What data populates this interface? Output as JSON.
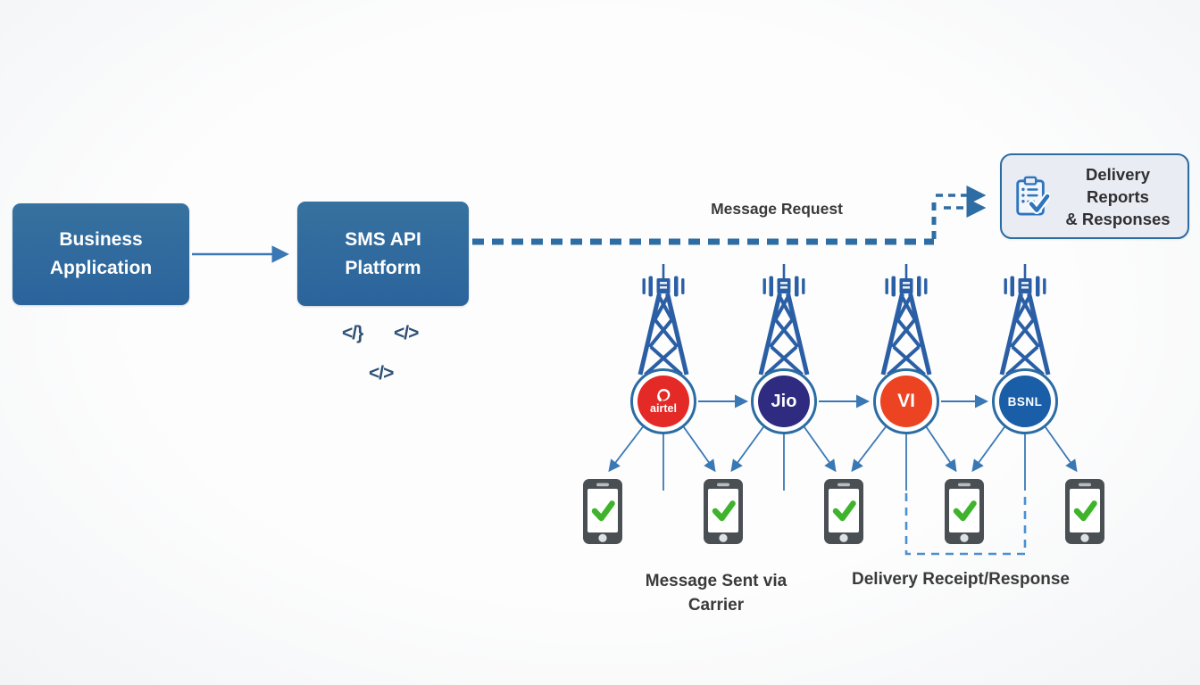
{
  "nodes": {
    "business_application": {
      "lines": [
        "Business",
        "Application"
      ]
    },
    "sms_api_platform": {
      "lines": [
        "SMS API",
        "Platform"
      ]
    },
    "delivery_reports": {
      "lines": [
        "Delivery Reports",
        "& Responses"
      ]
    }
  },
  "flow_labels": {
    "message_request": "Message Request",
    "message_sent_via_carrier": [
      "Message Sent via",
      "Carrier"
    ],
    "delivery_receipt_response": "Delivery Receipt/Response"
  },
  "code_glyphs": [
    "</}",
    "</>",
    "</>"
  ],
  "carriers": [
    {
      "name": "airtel",
      "label": "airtel",
      "color": "#e32a26"
    },
    {
      "name": "jio",
      "label": "Jio",
      "color": "#2e2b80"
    },
    {
      "name": "vi",
      "label": "VI",
      "color": "#ec4323"
    },
    {
      "name": "bsnl",
      "label": "BSNL",
      "color": "#1a5ea8"
    }
  ],
  "phones": {
    "count": 5,
    "status_icon": "green-checkmark"
  },
  "icons": {
    "delivery_reports": "clipboard-check-icon",
    "carrier_network": "cell-tower-icon",
    "api_integration": "code-brackets-icon",
    "handset": "smartphone-check-icon"
  },
  "colors": {
    "node_fill": "#2e6ba3",
    "node_text": "#ffffff",
    "connector_dashed": "#2e6da4",
    "thin_arrow": "#3a78b5",
    "receipt_dashed": "#4a8fd3",
    "label_text": "#3a3a3a",
    "delivery_box_fill": "#e9ecf2",
    "tower_blue": "#2b5fa5",
    "check_green": "#3fb32b",
    "phone_body": "#4a4f54",
    "background": "#f6f7f8"
  }
}
